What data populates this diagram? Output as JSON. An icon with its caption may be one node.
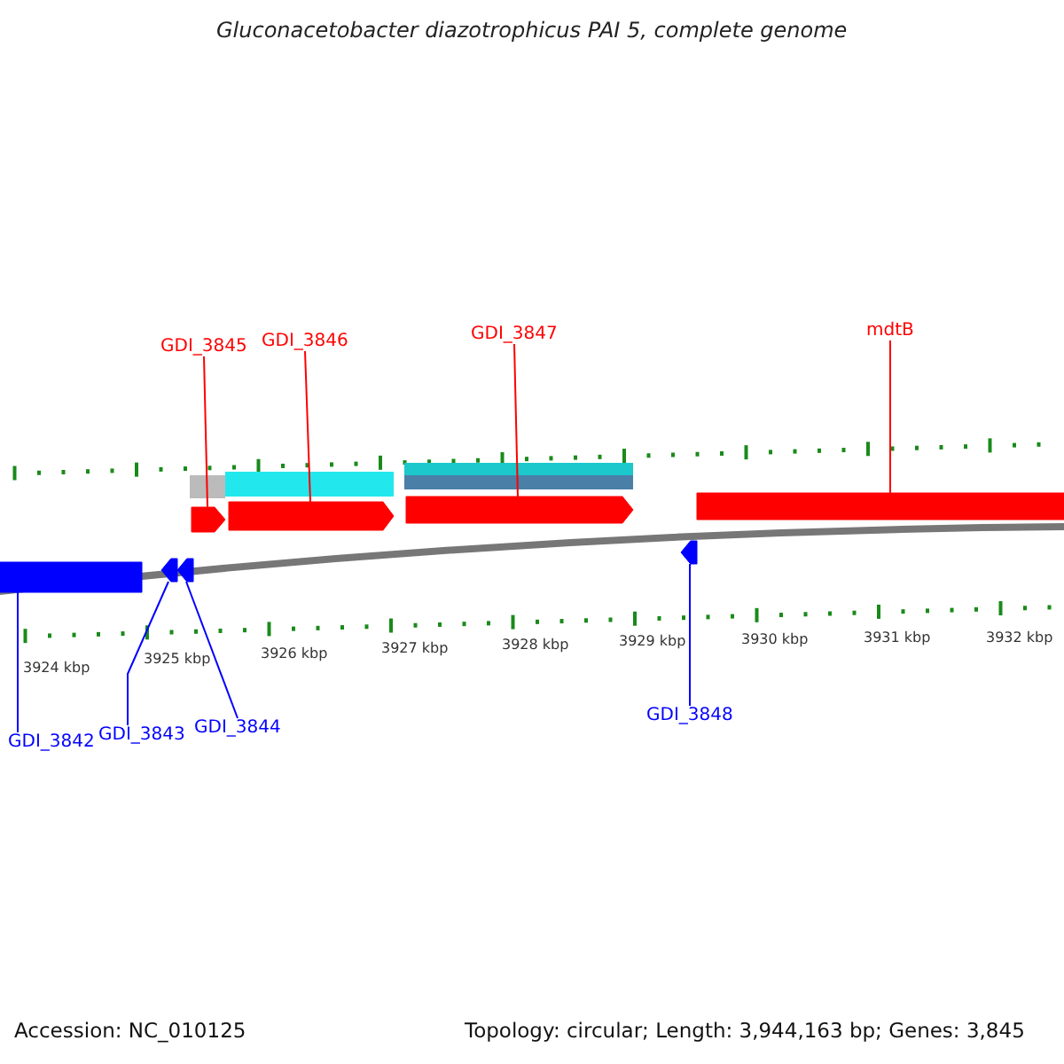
{
  "diagram": {
    "title": "Gluconacetobacter diazotrophicus PAI 5, complete genome",
    "nodes": [
      {
        "text": [
          "GDI_3845"
        ]
      },
      {
        "text": [
          "GDI_3846"
        ]
      },
      {
        "text": [
          "GDI_3847"
        ]
      },
      {
        "text": [
          "mdtB"
        ]
      },
      {
        "text": [
          "GDI_3842"
        ]
      },
      {
        "text": [
          "GDI_3843"
        ]
      },
      {
        "text": [
          "GDI_3844"
        ]
      },
      {
        "text": [
          "GDI_3848"
        ]
      },
      {
        "text": [],
        "shape": "pentagon"
      },
      {
        "text": [],
        "shape": "pentagon"
      },
      {
        "text": [],
        "shape": "pentagon"
      },
      {
        "text": [],
        "shape": "bar"
      },
      {
        "text": [],
        "shape": "bar"
      },
      {
        "text": [],
        "shape": "pentagon"
      },
      {
        "text": [],
        "shape": "pentagon"
      },
      {
        "text": [],
        "shape": "pentagon"
      }
    ],
    "edges": [
      {
        "from": 0,
        "to": 8,
        "arrow": "none"
      },
      {
        "from": 1,
        "to": 9,
        "arrow": "none"
      },
      {
        "from": 2,
        "to": 10,
        "arrow": "none"
      },
      {
        "from": 3,
        "to": 11,
        "arrow": "none"
      },
      {
        "from": 4,
        "to": 12,
        "arrow": "none",
        "color": "#0000ff"
      },
      {
        "from": 5,
        "to": 13,
        "arrow": "none",
        "color": "#0000ff"
      },
      {
        "from": 6,
        "to": 14,
        "arrow": "none",
        "color": "#0000ff"
      },
      {
        "from": 7,
        "to": 15,
        "arrow": "none",
        "color": "#0000ff"
      }
    ],
    "labels": [
      "3924 kbp",
      "3925 kbp",
      "3926 kbp",
      "3927 kbp",
      "3928 kbp",
      "3929 kbp",
      "3930 kbp",
      "3931 kbp",
      "3932 kbp",
      "Accession: NC_010125",
      "Topology: circular; Length: 3,944,163 bp; Genes: 3,845"
    ]
  }
}
